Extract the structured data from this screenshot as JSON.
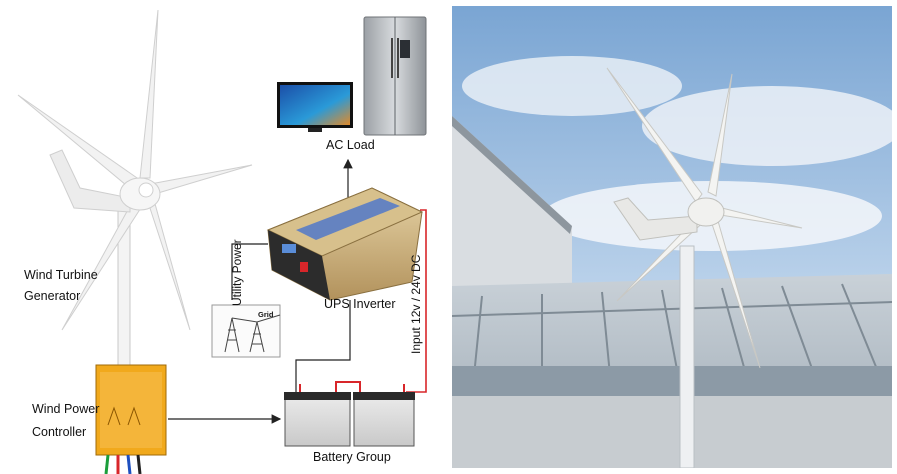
{
  "diagram": {
    "labels": {
      "wind_turbine": "Wind Turbine",
      "generator": "Generator",
      "ac_load": "AC Load",
      "utility_power": "Utility Power",
      "grid": "Grid",
      "ups_inverter": "UPS Inverter",
      "input_dc": "Input 12v / 24v DC",
      "wind_power": "Wind Power",
      "controller": "Controller",
      "battery_group": "Battery Group"
    },
    "colors": {
      "accent_wire_red": "#d8262a",
      "inverter_gold": "#c9ae7a",
      "controller_yellow": "#f1a91c",
      "sky_blue": "#8fb3d8"
    }
  }
}
